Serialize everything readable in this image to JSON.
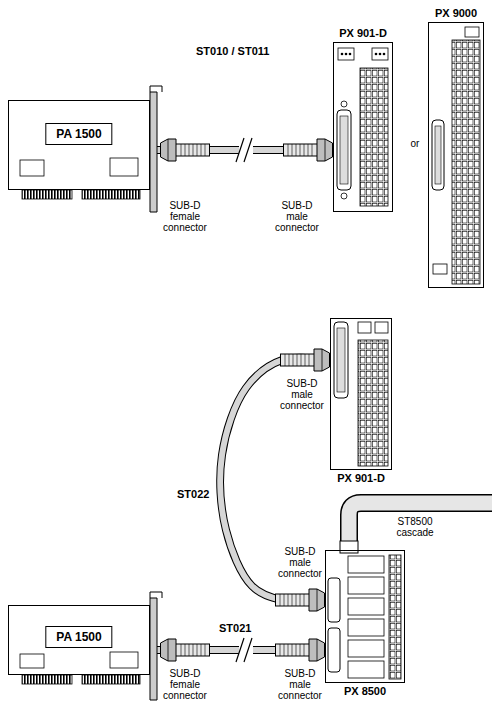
{
  "diagram": {
    "nodes": [
      {
        "text": [
          "PA 1500"
        ]
      },
      {
        "text": [
          "PX 901-D"
        ]
      },
      {
        "text": [
          "PX 9000"
        ]
      },
      {
        "text": [
          "PX 901-D"
        ]
      },
      {
        "text": [
          "PX 8500"
        ]
      },
      {
        "text": [
          "PA 1500"
        ]
      }
    ],
    "edges": [
      {
        "from": 0,
        "to": 1,
        "label": "ST010 / ST011",
        "arrow": "none"
      },
      {
        "from": 3,
        "to": 4,
        "label": "ST022",
        "arrow": "none"
      },
      {
        "from": 5,
        "to": 4,
        "label": "ST021",
        "arrow": "none"
      }
    ],
    "labels": [
      "SUB-D female connector",
      "SUB-D male connector",
      "or",
      "SUB-D male connector",
      "ST8500 cascade",
      "SUB-D male connector",
      "SUB-D female connector",
      "SUB-D male connector"
    ]
  }
}
